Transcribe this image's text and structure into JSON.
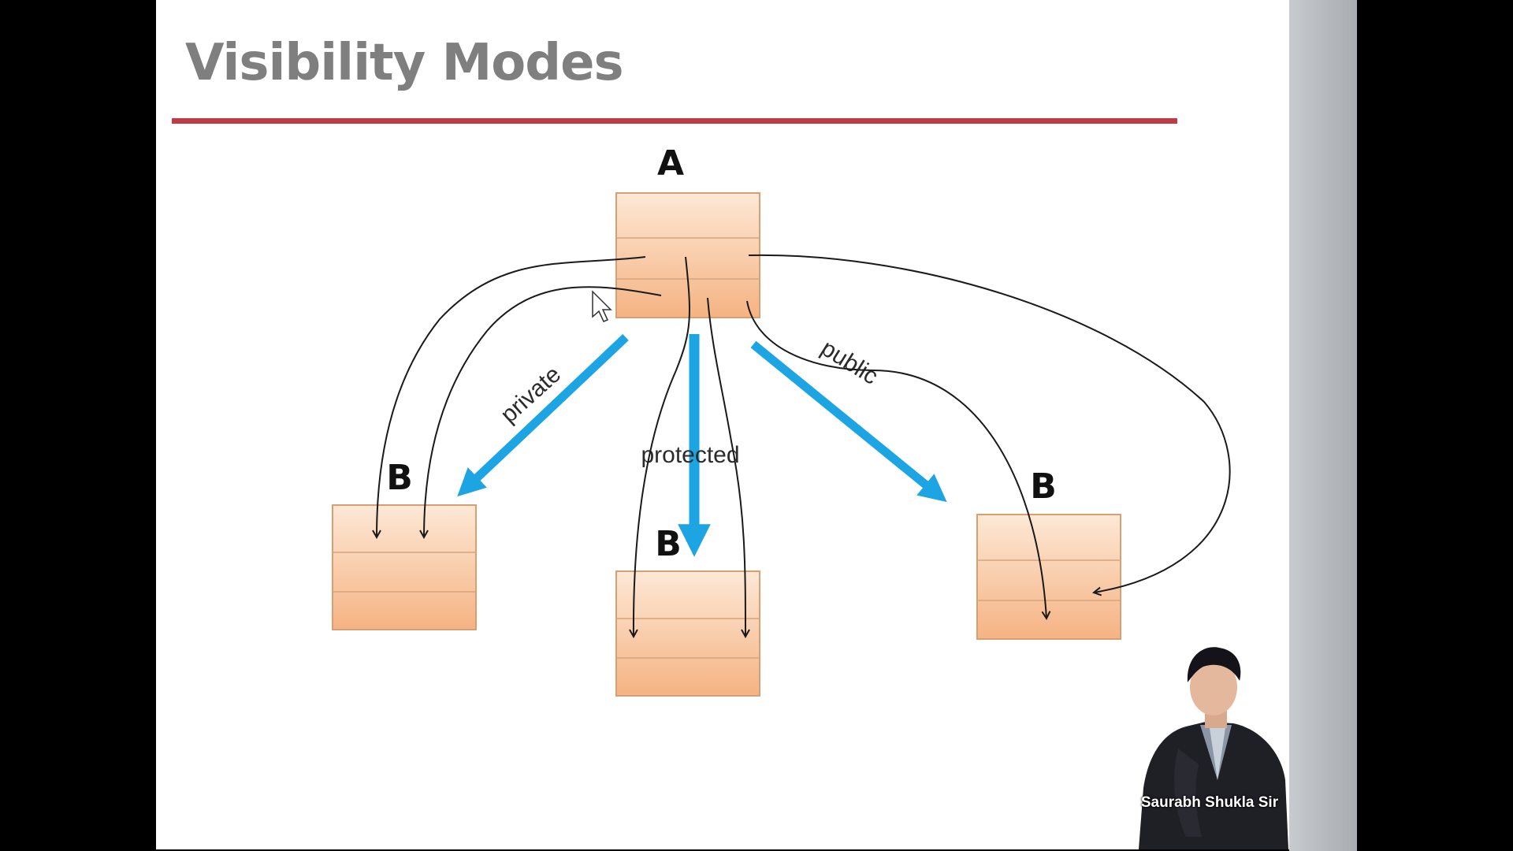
{
  "slide": {
    "title": "Visibility Modes"
  },
  "diagram": {
    "base_class": "A",
    "derived": [
      {
        "class": "B",
        "mode": "private"
      },
      {
        "class": "B",
        "mode": "protected"
      },
      {
        "class": "B",
        "mode": "public"
      }
    ]
  },
  "presenter": {
    "name": "Saurabh Shukla Sir"
  },
  "colors": {
    "title": "#7f7f7f",
    "rule": "#be3c44",
    "box_top": "#fbe3cf",
    "box_bottom": "#f6b68a",
    "mode_arrow": "#1ca4e3"
  }
}
